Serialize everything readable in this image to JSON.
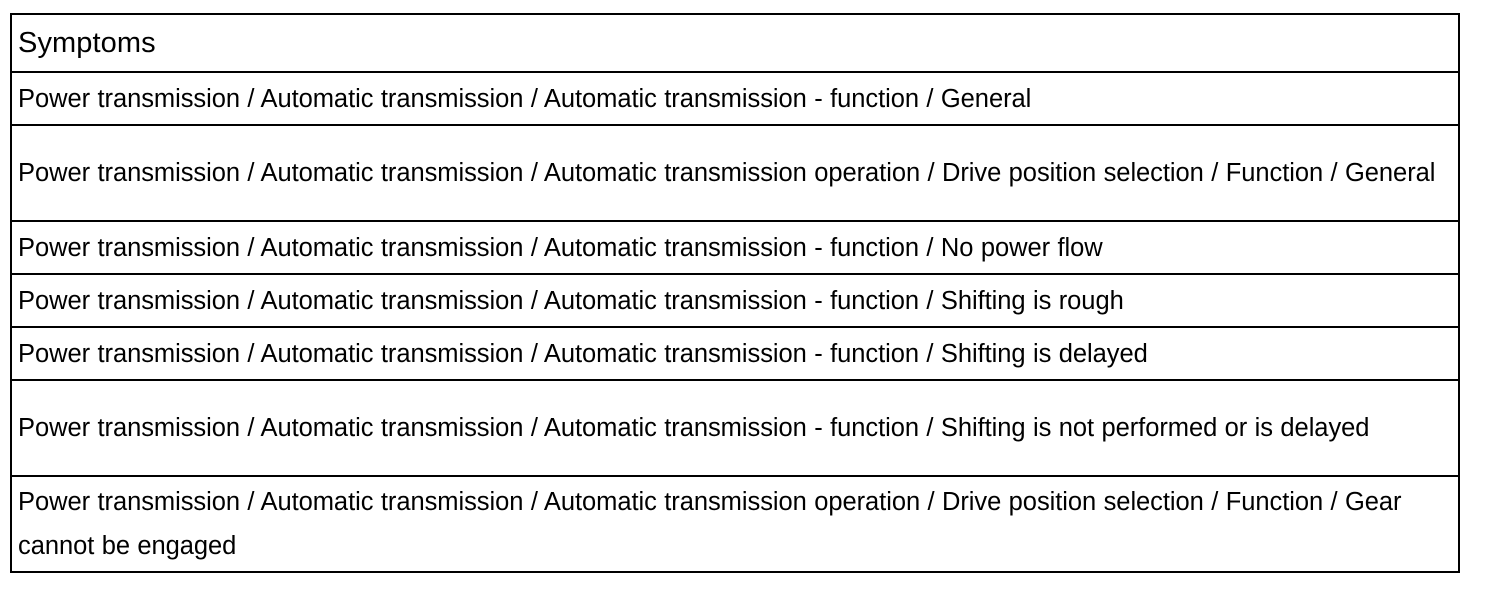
{
  "table": {
    "name": "symptoms-table",
    "header": "Symptoms",
    "rows": [
      {
        "text": "Power transmission / Automatic transmission / Automatic transmission - function / General",
        "lines": 1
      },
      {
        "text": "Power transmission / Automatic transmission / Automatic transmission operation / Drive position selection / Function / General",
        "lines": 2
      },
      {
        "text": "Power transmission / Automatic transmission / Automatic transmission - function / No power flow",
        "lines": 1
      },
      {
        "text": "Power transmission / Automatic transmission / Automatic transmission - function / Shifting is rough",
        "lines": 1
      },
      {
        "text": "Power transmission / Automatic transmission / Automatic transmission - function / Shifting is delayed",
        "lines": 1
      },
      {
        "text": "Power transmission / Automatic transmission / Automatic transmission - function / Shifting is not performed or is delayed",
        "lines": 2
      },
      {
        "text": "Power transmission / Automatic transmission / Automatic transmission operation / Drive position selection / Function / Gear cannot be engaged",
        "lines": 2
      }
    ]
  },
  "colors": {
    "border": "#000000",
    "text": "#000000",
    "background": "#ffffff"
  }
}
